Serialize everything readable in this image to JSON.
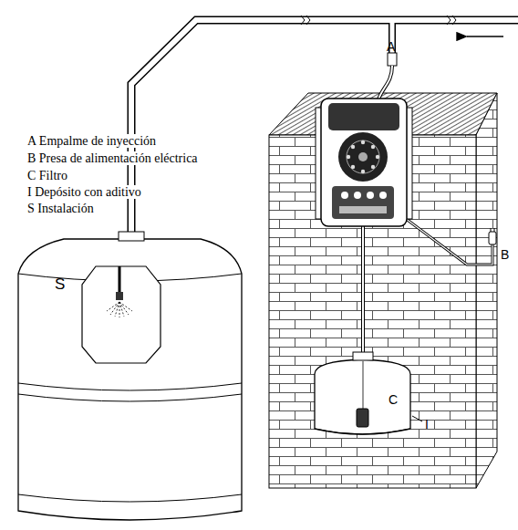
{
  "diagram": {
    "labels": [
      "A",
      "A Empalme de inyección",
      "B Presa de alimentación eléctrica",
      "C Filtro",
      "I Depósito con aditivo",
      "S Instalación",
      "S",
      "B",
      "C",
      "I"
    ]
  }
}
